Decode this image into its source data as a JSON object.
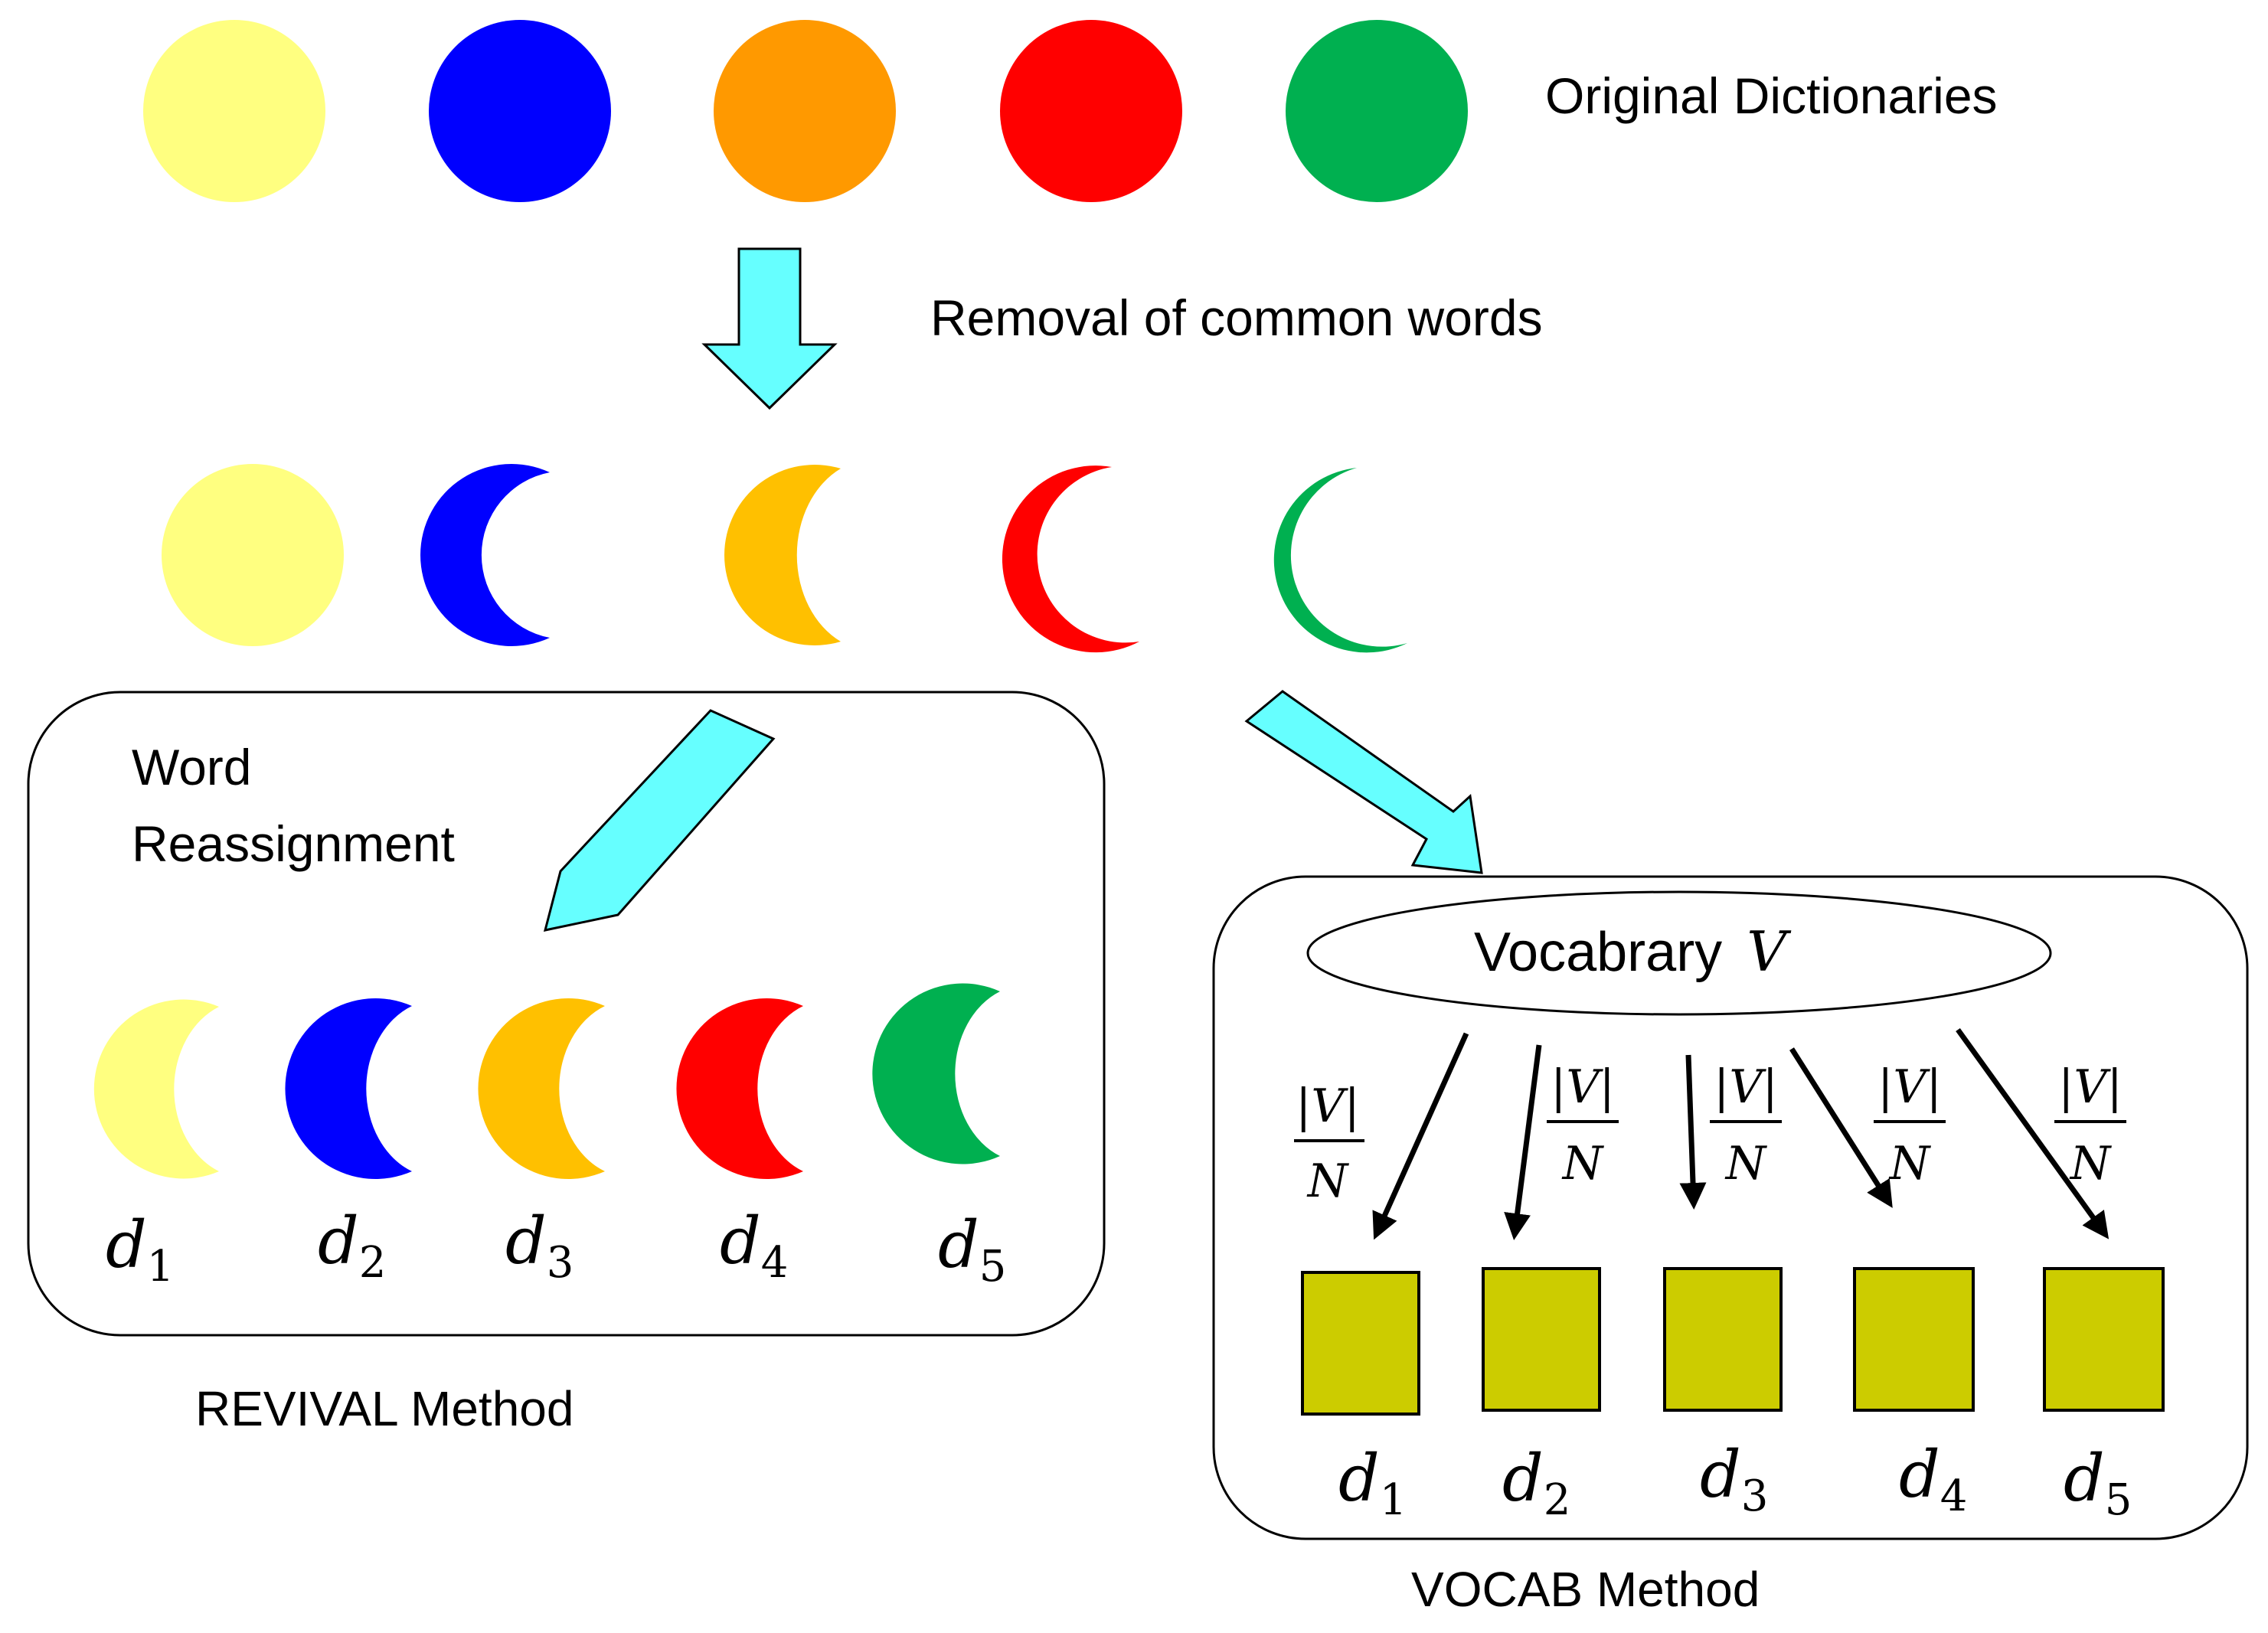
{
  "labels": {
    "original": "Original Dictionaries",
    "removal": "Removal of  common words",
    "word_line1": "Word",
    "word_line2": "Reassignment",
    "revival_caption": "REVIVAL Method",
    "vocab_caption": "VOCAB Method",
    "vocab_text": "Vocabrary",
    "vocab_symbol": "V"
  },
  "dict_labels": [
    {
      "main": "d",
      "sub": "1"
    },
    {
      "main": "d",
      "sub": "2"
    },
    {
      "main": "d",
      "sub": "3"
    },
    {
      "main": "d",
      "sub": "4"
    },
    {
      "main": "d",
      "sub": "5"
    }
  ],
  "fraction": {
    "numerator": "|V|",
    "denominator": "N"
  },
  "colors": {
    "yellow": "#FFFF80",
    "blue": "#0000FF",
    "orange": "#FF9900",
    "amber": "#FFC000",
    "red": "#FF0000",
    "green": "#00B050",
    "arrow_fill": "#66FFFF",
    "box_fill": "#CCCC00"
  }
}
